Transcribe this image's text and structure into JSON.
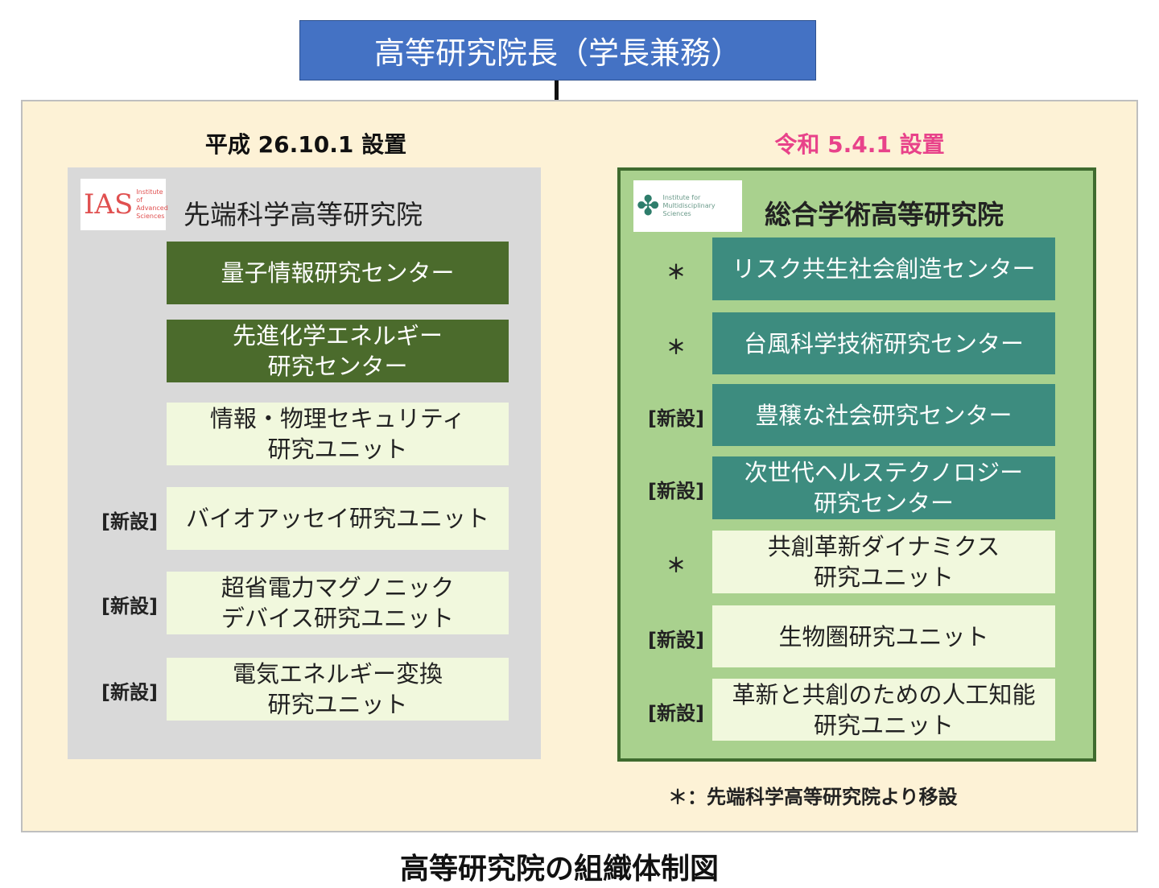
{
  "head": "高等研究院長（学長兼務）",
  "left": {
    "date": "平成 26.10.1 設置",
    "title": "先端科学高等研究院",
    "logo": {
      "mark": "IAS",
      "text": "Institute of Advanced Sciences"
    },
    "items": [
      {
        "mark": "",
        "label": "量子情報研究センター",
        "type": "center"
      },
      {
        "mark": "",
        "label": "先進化学エネルギー\n研究センター",
        "type": "center"
      },
      {
        "mark": "",
        "label": "情報・物理セキュリティ\n研究ユニット",
        "type": "unit"
      },
      {
        "mark": "[新設]",
        "label": "バイオアッセイ研究ユニット",
        "type": "unit"
      },
      {
        "mark": "[新設]",
        "label": "超省電力マグノニック\nデバイス研究ユニット",
        "type": "unit"
      },
      {
        "mark": "[新設]",
        "label": "電気エネルギー変換\n研究ユニット",
        "type": "unit"
      }
    ]
  },
  "right": {
    "date": "令和 5.4.1 設置",
    "title": "総合学術高等研究院",
    "logo": {
      "text": "Institute for Multidisciplinary Sciences"
    },
    "items": [
      {
        "mark": "＊",
        "label": "リスク共生社会創造センター",
        "type": "center"
      },
      {
        "mark": "＊",
        "label": "台風科学技術研究センター",
        "type": "center"
      },
      {
        "mark": "[新設]",
        "label": "豊穣な社会研究センター",
        "type": "center"
      },
      {
        "mark": "[新設]",
        "label": "次世代ヘルステクノロジー\n研究センター",
        "type": "center"
      },
      {
        "mark": "＊",
        "label": "共創革新ダイナミクス\n研究ユニット",
        "type": "unit"
      },
      {
        "mark": "[新設]",
        "label": "生物圏研究ユニット",
        "type": "unit"
      },
      {
        "mark": "[新設]",
        "label": "革新と共創のための人工知能\n研究ユニット",
        "type": "unit"
      }
    ]
  },
  "footnote": "＊：先端科学高等研究院より移設",
  "caption": "高等研究院の組織体制図",
  "colors": {
    "head": "#4472c4",
    "dark_green": "#4b6b2c",
    "teal": "#3d8c7f",
    "pink": "#e8428a"
  }
}
